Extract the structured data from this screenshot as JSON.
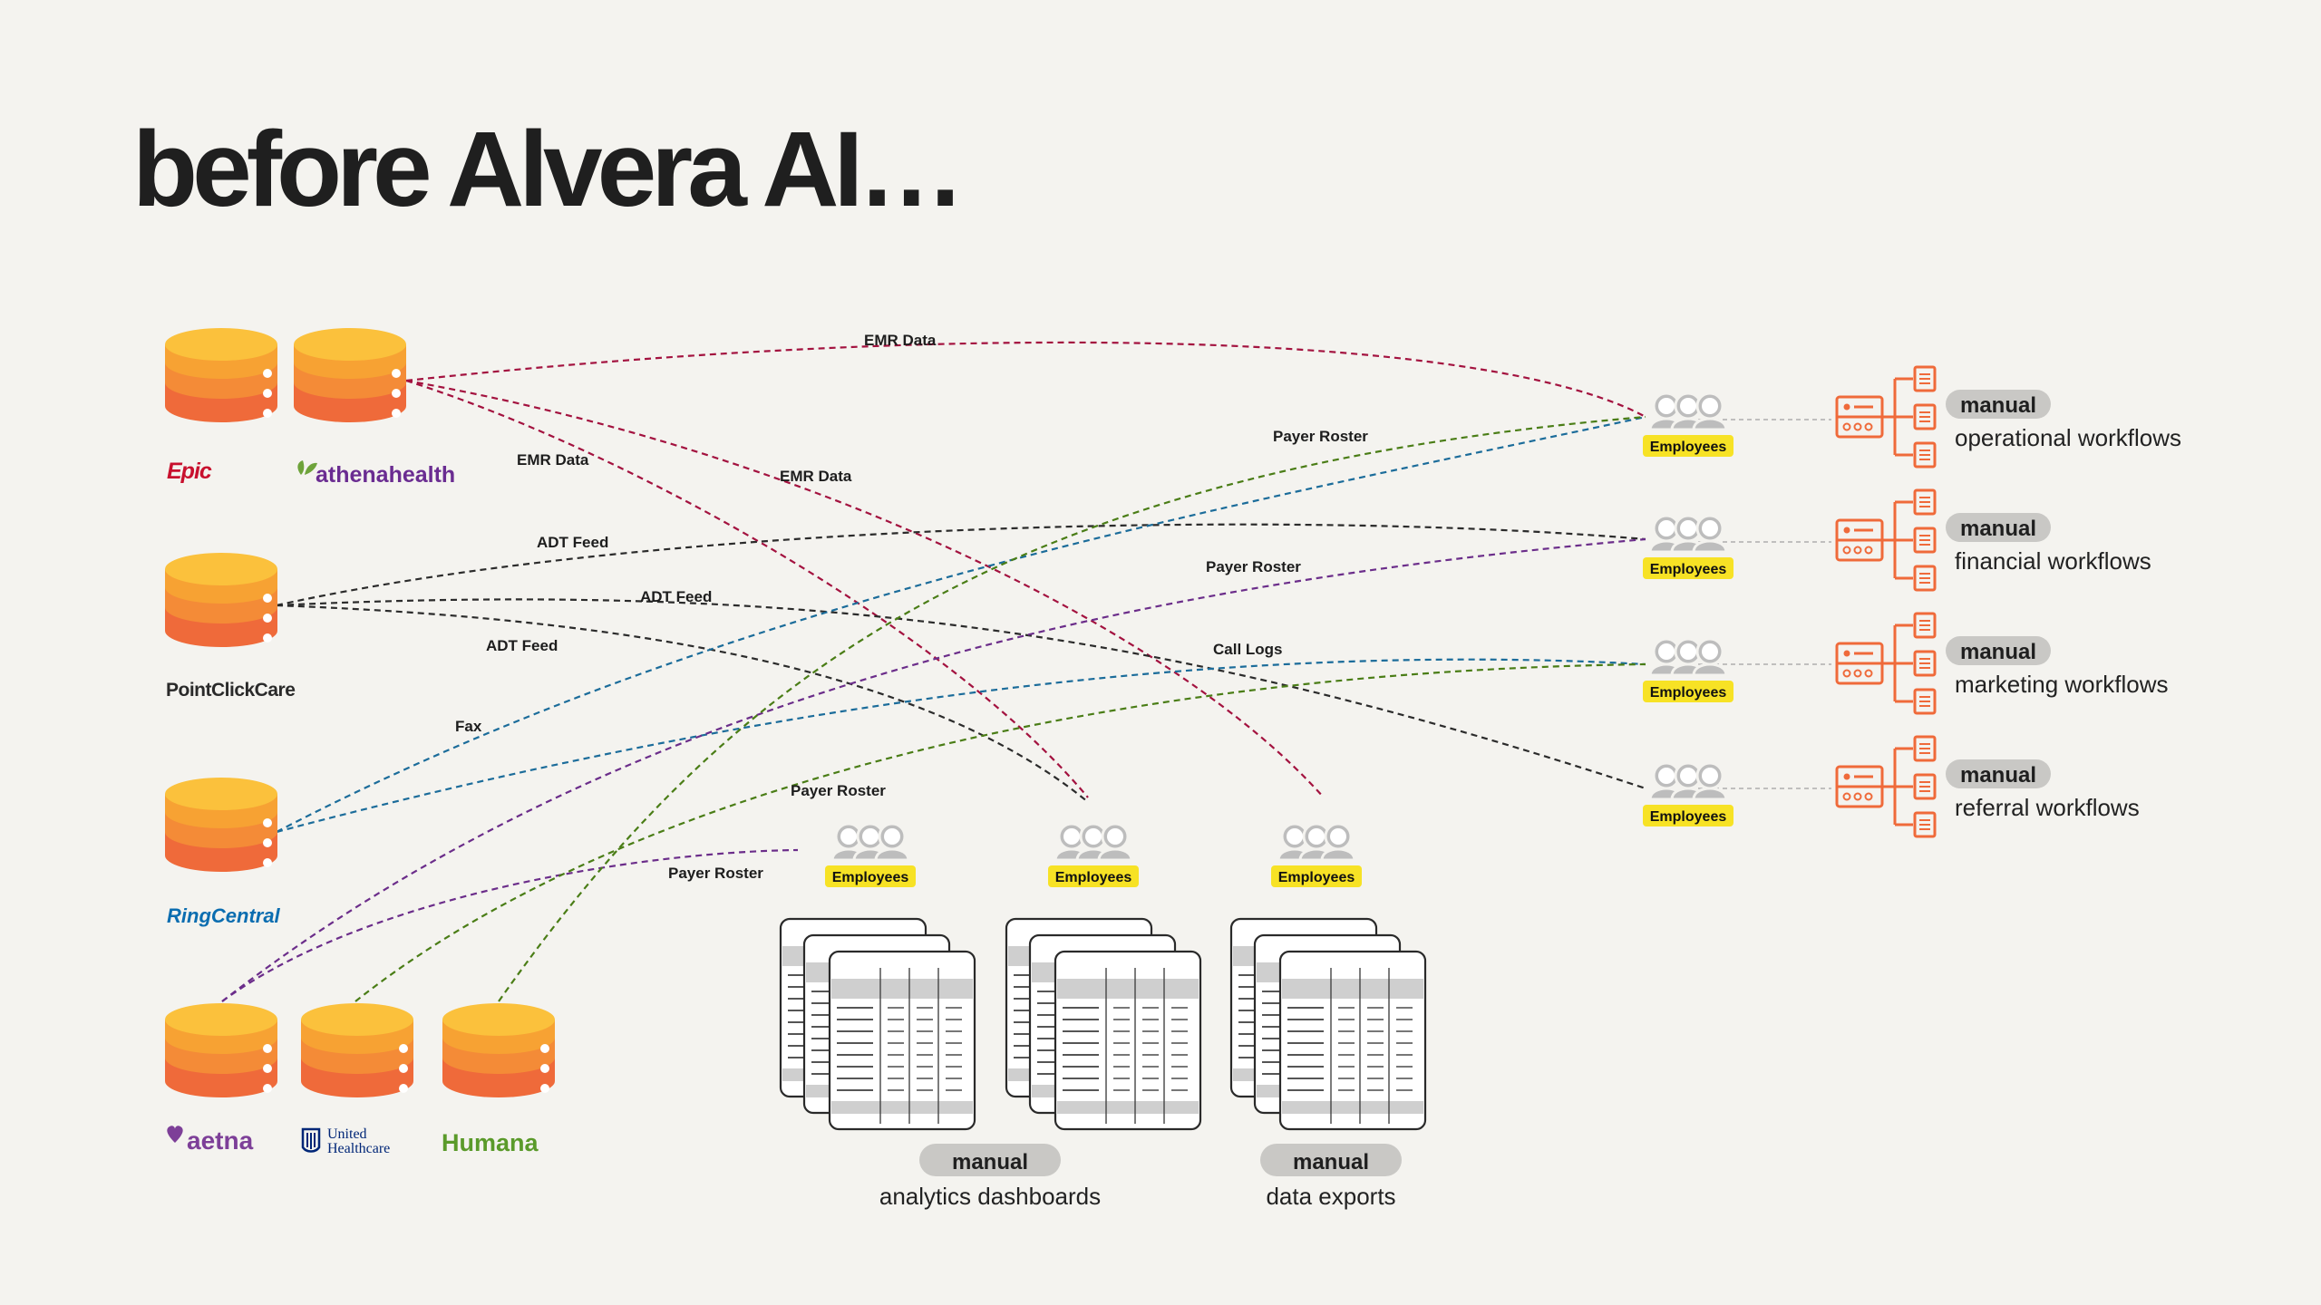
{
  "title": "before Alvera AI…",
  "sources": [
    {
      "id": "epic",
      "logo": "Epic",
      "color": "#c8102e"
    },
    {
      "id": "athena",
      "logo": "athenahealth",
      "logo_icon": "leaf-icon",
      "color": "#6a2c91"
    },
    {
      "id": "pcc",
      "logo": "PointClickCare",
      "color": "#2a2a2a"
    },
    {
      "id": "ringcentral",
      "logo": "RingCentral",
      "color_a": "#0b6db0",
      "color_b": "#f47b20"
    },
    {
      "id": "aetna",
      "logo": "aetna",
      "logo_icon": "heart-icon",
      "color": "#7d3f98"
    },
    {
      "id": "uhc",
      "logo_line1": "United",
      "logo_line2": "Healthcare",
      "logo_icon": "uhc-shield-icon",
      "color": "#002677"
    },
    {
      "id": "humana",
      "logo": "Humana",
      "color": "#5a9a2a"
    }
  ],
  "employees_label": "Employees",
  "manual_label": "manual",
  "workflows": [
    "operational workflows",
    "financial workflows",
    "marketing workflows",
    "referral workflows"
  ],
  "outputs": [
    "analytics dashboards",
    "data exports"
  ],
  "connection_labels": {
    "emr_top": "EMR Data",
    "emr_left": "EMR Data",
    "emr_mid": "EMR Data",
    "adt_1": "ADT Feed",
    "adt_2": "ADT Feed",
    "adt_3": "ADT Feed",
    "fax": "Fax",
    "call_logs": "Call Logs",
    "payer_1": "Payer Roster",
    "payer_2": "Payer Roster",
    "payer_3": "Payer Roster",
    "payer_4": "Payer Roster"
  },
  "colors": {
    "background": "#f4f3ef",
    "emr": "#a3123f",
    "adt": "#2b2b2b",
    "ringcentral_line": "#1b6c9a",
    "payer_purple": "#6b2d8a",
    "payer_green": "#4a7d16",
    "badge_yellow": "#f7e225",
    "orange": "#ef6a3a",
    "manual_pill": "#c9c8c5"
  }
}
